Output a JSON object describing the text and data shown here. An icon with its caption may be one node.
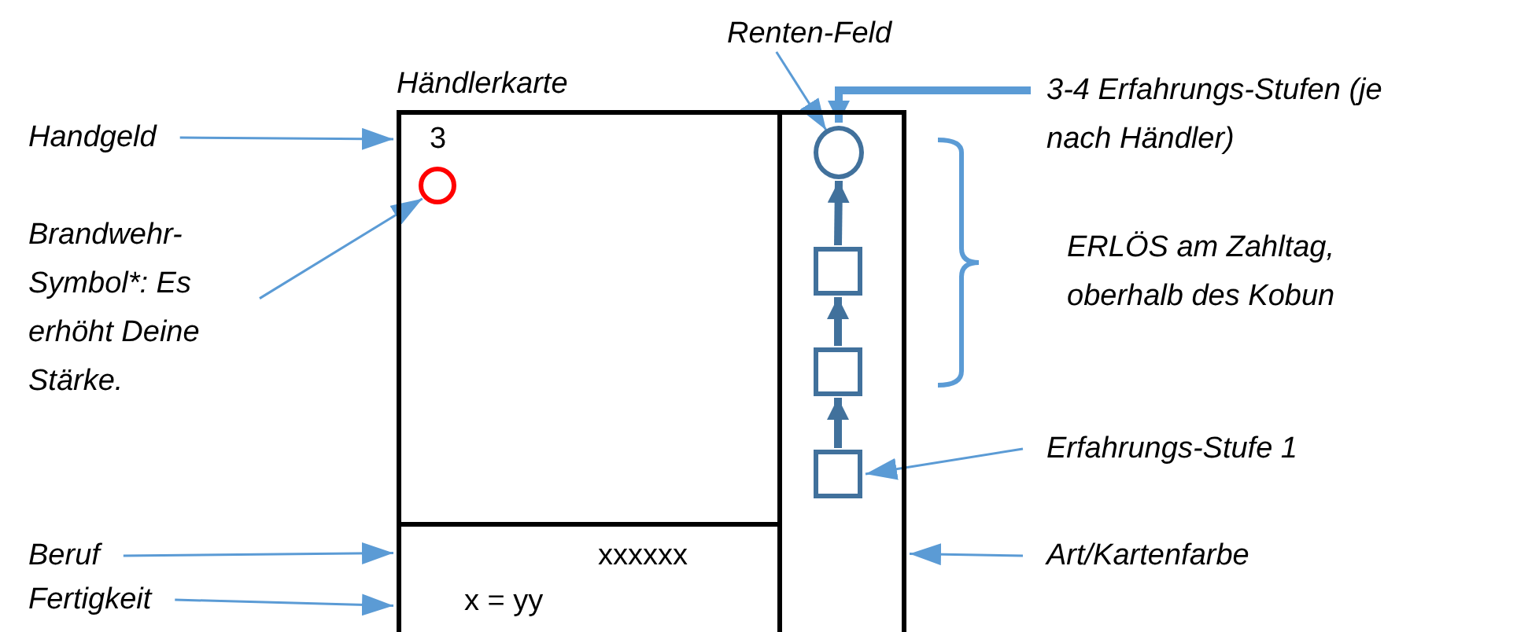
{
  "diagram": {
    "nodes": [
      {
        "text": [
          "Händlerkarte"
        ]
      },
      {
        "text": [
          "3"
        ],
        "in": 0
      },
      {
        "text": [],
        "shape": "circle",
        "in": 1
      },
      {
        "text": [
          "xxxxxx",
          "x = yy"
        ],
        "in": 0
      },
      {
        "text": [],
        "shape": "box",
        "in": 0
      },
      {
        "text": [],
        "shape": "circle",
        "in": 4
      },
      {
        "text": [],
        "shape": "box",
        "in": 4
      },
      {
        "text": [],
        "shape": "box",
        "in": 4
      },
      {
        "text": [],
        "shape": "box",
        "in": 4
      },
      {
        "text": [
          "Handgeld"
        ]
      },
      {
        "text": [
          "Brandwehr-Symbol*: Es erhöht Deine Stärke."
        ]
      },
      {
        "text": [
          "Renten-Feld"
        ]
      },
      {
        "text": [
          "3-4 Erfahrungs-Stufen (je nach Händler)"
        ]
      },
      {
        "text": [
          "ERLÖS am Zahltag, oberhalb des Kobun"
        ]
      },
      {
        "text": [
          "Erfahrungs-Stufe 1"
        ]
      },
      {
        "text": [
          "Beruf"
        ]
      },
      {
        "text": [
          "Fertigkeit"
        ]
      },
      {
        "text": [
          "Art/Kartenfarbe"
        ]
      }
    ],
    "edges": [
      {
        "from": 9,
        "to": 1,
        "arrow": "to"
      },
      {
        "from": 10,
        "to": 2,
        "arrow": "to"
      },
      {
        "from": 11,
        "to": 5,
        "arrow": "to"
      },
      {
        "from": 12,
        "to": 5,
        "arrow": "to",
        "style": "thick"
      },
      {
        "from": 8,
        "to": 7,
        "arrow": "to",
        "style": "thick",
        "color": "#41719c"
      },
      {
        "from": 7,
        "to": 6,
        "arrow": "to",
        "style": "thick",
        "color": "#41719c"
      },
      {
        "from": 6,
        "to": 5,
        "arrow": "to",
        "style": "thick",
        "color": "#41719c"
      },
      {
        "from": 14,
        "to": 8,
        "arrow": "to"
      },
      {
        "from": 15,
        "to": 3,
        "arrow": "to"
      },
      {
        "from": 16,
        "to": 3,
        "arrow": "to"
      },
      {
        "from": 17,
        "to": 4,
        "arrow": "to"
      }
    ]
  }
}
